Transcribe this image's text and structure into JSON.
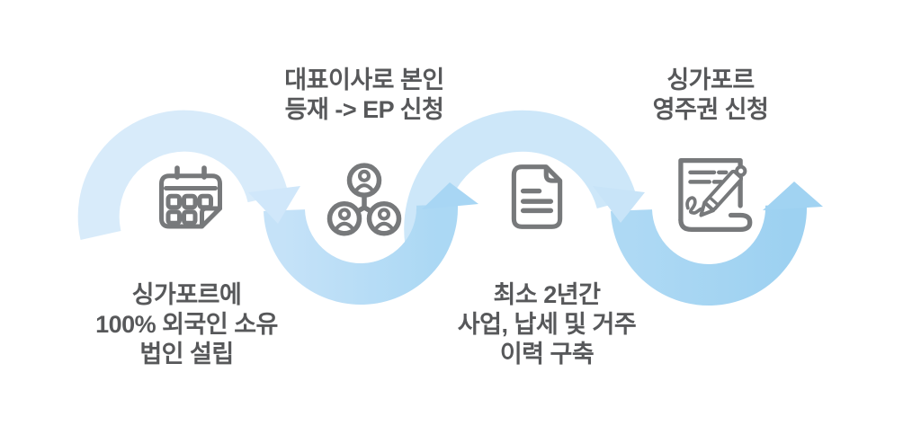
{
  "colors": {
    "background": "#ffffff",
    "text": "#57585a",
    "icon": "#77797b",
    "arc1": "#d8ebfa",
    "arrow1": "#d0e7fa",
    "arc2_start": "#c5e2f8",
    "arc2_end": "#abd8f4",
    "arrow2": "#a8d6f4",
    "arc3": "#cde7f9",
    "arrow3": "#c8e4f8",
    "arc4_start": "#aed9f4",
    "arc4_end": "#9dd1f1",
    "arrow4": "#a1d3f2"
  },
  "flow": {
    "direction": "left-to-right",
    "shape": "wave-with-arrowheads",
    "step_count": 4
  },
  "steps": [
    {
      "order": 1,
      "icon": "calendar-icon",
      "label": "싱가포르에\n100% 외국인 소유\n법인 설립",
      "label_position": "below"
    },
    {
      "order": 2,
      "icon": "team-icon",
      "label": "대표이사로 본인\n등재 -> EP 신청",
      "label_position": "above"
    },
    {
      "order": 3,
      "icon": "document-icon",
      "label": "최소 2년간\n사업, 납세 및 거주\n이력 구축",
      "label_position": "below"
    },
    {
      "order": 4,
      "icon": "contract-signing-icon",
      "label": "싱가포르\n영주권 신청",
      "label_position": "above"
    }
  ]
}
